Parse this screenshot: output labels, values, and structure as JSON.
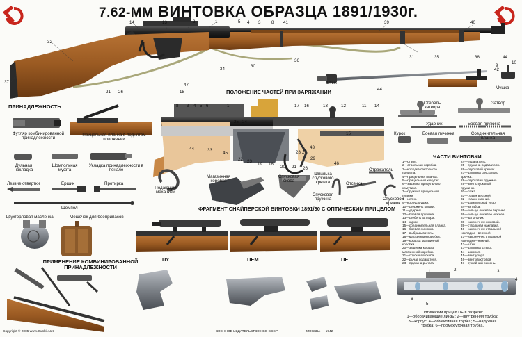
{
  "title": {
    "prefix": "7.62-ММ",
    "main": "ВИНТОВКА ОБРАЗЦА 1891/1930г."
  },
  "emblem_icon": "hammer-and-sickle-icon",
  "colors": {
    "wood": "#9a5a22",
    "wood_dark": "#6b3a12",
    "metal": "#2b2b2b",
    "steel": "#8c9096",
    "cut_wood": "#e9c69a",
    "sling": "#a9a77a",
    "emblem": "#c8261d"
  },
  "sections": {
    "loading": "ПОЛОЖЕНИЕ ЧАСТЕЙ ПРИ ЗАРЯЖАНИИ",
    "accessories": "ПРИНАДЛЕЖНОСТЬ",
    "parts": "ЧАСТИ ВИНТОВКИ",
    "sniper": "ФРАГМЕНТ СНАЙПЕРСКОЙ ВИНТОВКИ 1891/30 С ОПТИЧЕСКИМ ПРИЦЕЛОМ",
    "usage": "ПРИМЕНЕНИЕ КОМБИНИРОВАННОЙ ПРИНАДЛЕЖНОСТИ"
  },
  "main_callouts": [
    "14",
    "13",
    "2",
    "1",
    "5",
    "4",
    "3",
    "8",
    "41",
    "39",
    "40",
    "9",
    "10",
    "32",
    "37",
    "21",
    "26",
    "18",
    "47",
    "34",
    "30",
    "36",
    "31",
    "35",
    "38",
    "44",
    "42",
    "44"
  ],
  "loading_callouts": [
    "8",
    "3",
    "4",
    "5",
    "6",
    "1",
    "25",
    "24",
    "17",
    "16",
    "13",
    "12",
    "11",
    "14",
    "15",
    "44",
    "33",
    "45",
    "22",
    "23",
    "19",
    "18",
    "20",
    "21",
    "26",
    "28",
    "27",
    "29",
    "46",
    "43"
  ],
  "labels": {
    "shtyk": "Штык",
    "mushka": "Мушка",
    "case": "Футляр комбинированной принадлежности",
    "sight": "Прицельная планка в поднятом положении",
    "muzzle_cover": "Дульная накладка",
    "rod_coupling": "Шомпольная муфта",
    "packing": "Укладка принадлежности в пенале",
    "screwdriver": "Лезвие отвертки",
    "brush": "Ершик",
    "wiper": "Протирка",
    "rod": "Шомпол",
    "oiler": "Двухгорловая масленка",
    "ammo_pouch": "Мешочек для боеприпасов",
    "feed": "Подающий механизм",
    "magazine": "Магазинная коробка",
    "trigger_guard": "Спусковая скоба",
    "trigger_spring": "Шпилька спускового крючка",
    "trigger_spring2": "Спусковая пружина",
    "reflector": "Отражатель",
    "cutoff": "Отсечка",
    "trigger": "Спусковой крючок",
    "bolt_stem": "Стебель затвора",
    "bolt": "Затвор",
    "firing_pin": "Ударник",
    "mainspring": "Боевая пружина",
    "cocking": "Курок",
    "bolt_head": "Боевая личинка",
    "connector": "Соединительная планка",
    "pu": "ПУ",
    "pem": "ПЕМ",
    "pe": "ПЕ"
  },
  "scope_callouts": [
    "1",
    "2",
    "3",
    "4",
    "5",
    "6"
  ],
  "scope_caption": [
    "Оптический прицел ПЕ в разрезе:",
    "1—оборачивающие линзы; 2—внутренняя трубка;",
    "3—корпус; 4—объективная трубка; 5—наружная",
    "трубка; 6—промежуточная трубка."
  ],
  "parts_legend_left": [
    "1—ствол.",
    "2—ствольная коробка.",
    "3—колодка секторного",
    "прицела.",
    "4—прицельная планка.",
    "5—прицельный хомутик.",
    "6—защелка прицельного",
    "хомутика.",
    "7—пружина прицельной",
    "планки.",
    "8—целик.",
    "9—корпус мушки.",
    "10—стержень мушки.",
    "11—ударник.",
    "12—боевая пружина.",
    "13—стебель затвора.",
    "14—курок.",
    "15—соединительная планка.",
    "16—боевая личинка.",
    "17—выбрасыватель.",
    "18—магазинная коробка.",
    "19—крышка магазинной",
    "коробки.",
    "20—защелка крышки",
    "магазинной коробки.",
    "21—спусковая скоба.",
    "22—рычаг подавателя.",
    "23—пружина рычага."
  ],
  "parts_legend_right": [
    "24—подаватель.",
    "25—пружина подавателя.",
    "26—спусковой крючок.",
    "27—шпилька спускового",
    "крючка.",
    "28—спусковая пружина.",
    "29—винт спусковой",
    "пружины.",
    "30—ложа.",
    "31—глазок верхний.",
    "32—глазок нижний.",
    "33—шомпольный упор.",
    "34—антабка.",
    "35—кольцо ложевое верхнее.",
    "36—кольцо ложевое нижнее.",
    "37—затыльник.",
    "38—наконечник ложевой.",
    "39—ствольная накладка.",
    "40—наконечник ствольной",
    "накладки—верхний.",
    "41—наконечник ствольной",
    "накладки—нижний.",
    "42—штык.",
    "43—шпилька штыка.",
    "44—шомпол.",
    "45—винт упора.",
    "46—винт хвостовой.",
    "47—ружейный ремень."
  ],
  "footer": {
    "copyright": "Copyright © 2005  www.Gunkit.Net",
    "publisher": "ВОЕННОЕ ИЗДАТЕЛЬСТВО НКО СССР",
    "city": "МОСКВА — 1942"
  }
}
